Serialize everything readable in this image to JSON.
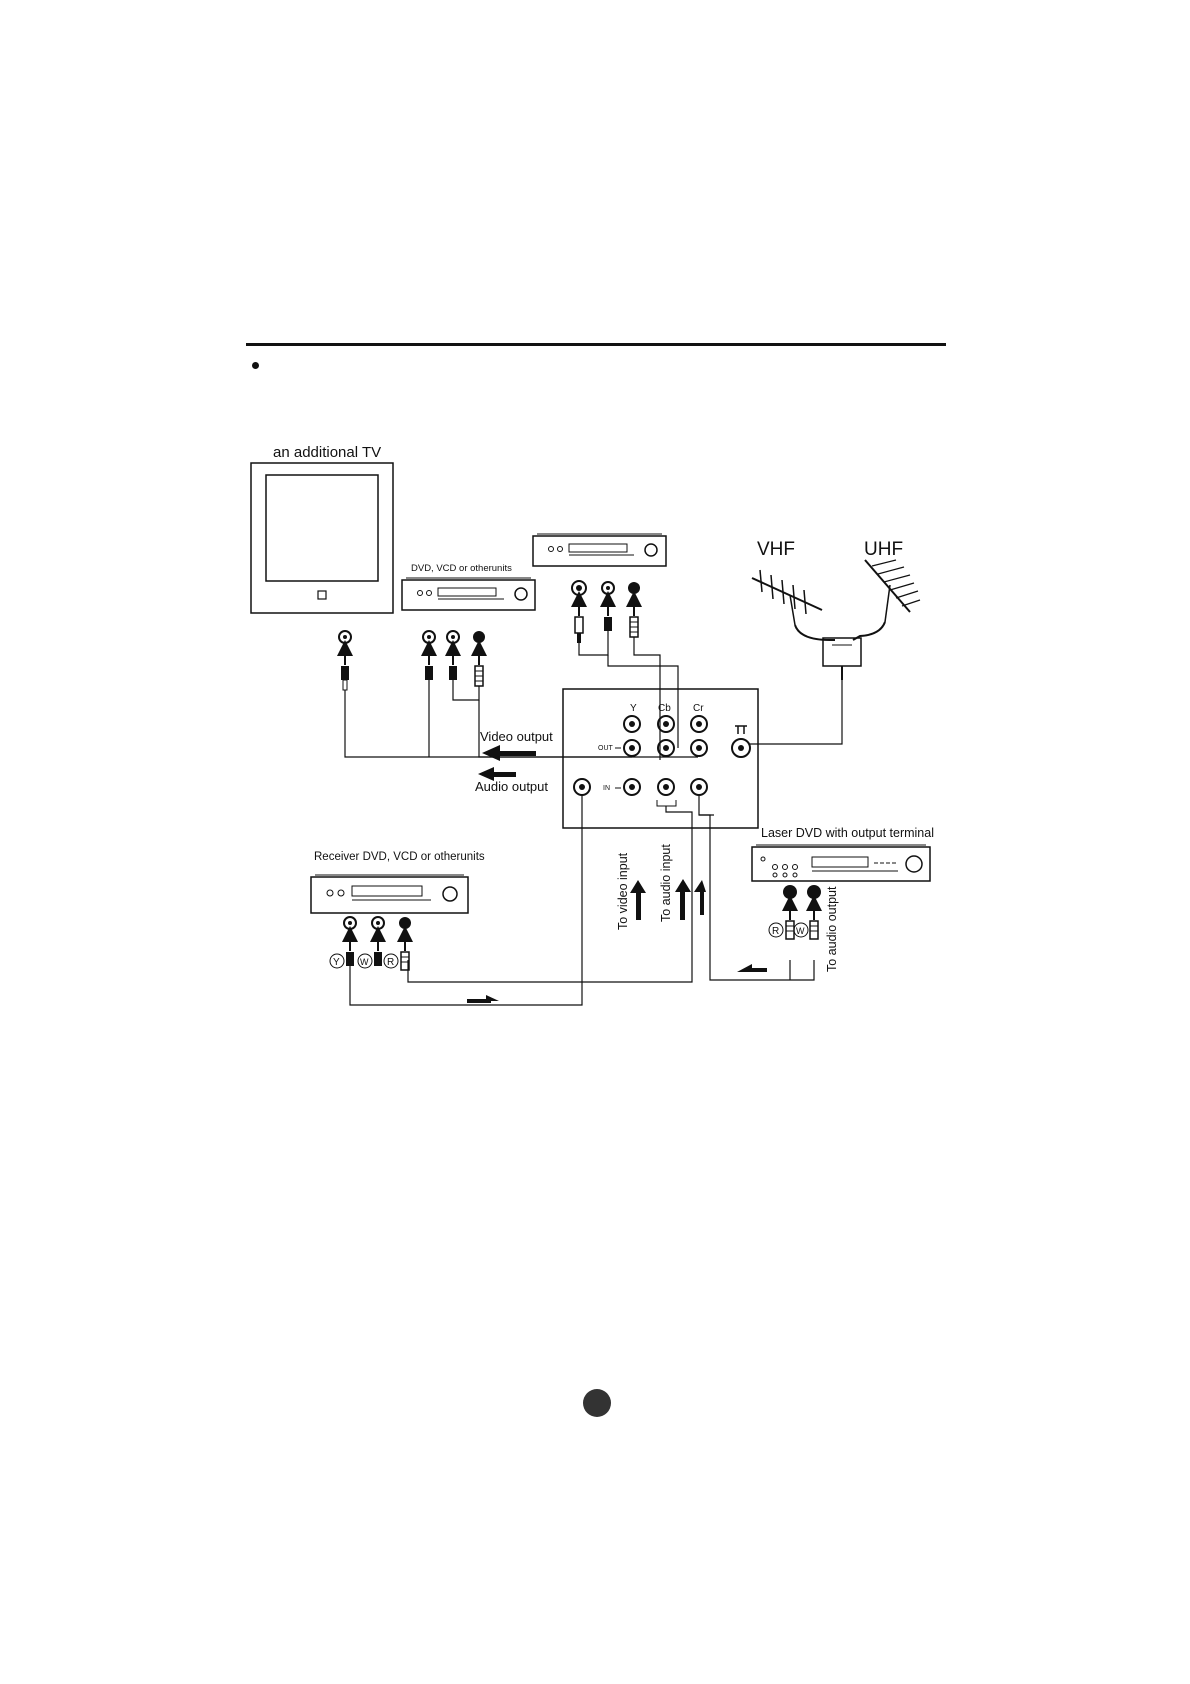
{
  "labels": {
    "additional_tv": "an additional TV",
    "dvd_top": "DVD, VCD or otherunits",
    "vhf": "VHF",
    "uhf": "UHF",
    "video_output": "Video output",
    "audio_output": "Audio output",
    "laser_dvd": "Laser DVD with output terminal",
    "receiver_dvd": "Receiver DVD, VCD or otherunits",
    "to_video_input": "To video input",
    "to_audio_input": "To audio input",
    "to_audio_output": "To audio output"
  },
  "panel": {
    "col_y": "Y",
    "col_cb": "Cb",
    "col_cr": "Cr",
    "row_out": "OUT",
    "row_in": "IN"
  },
  "plug_marks": {
    "y": "Y",
    "w": "W",
    "r": "R"
  },
  "colors": {
    "line": "#111111",
    "page_badge": "#333333"
  }
}
